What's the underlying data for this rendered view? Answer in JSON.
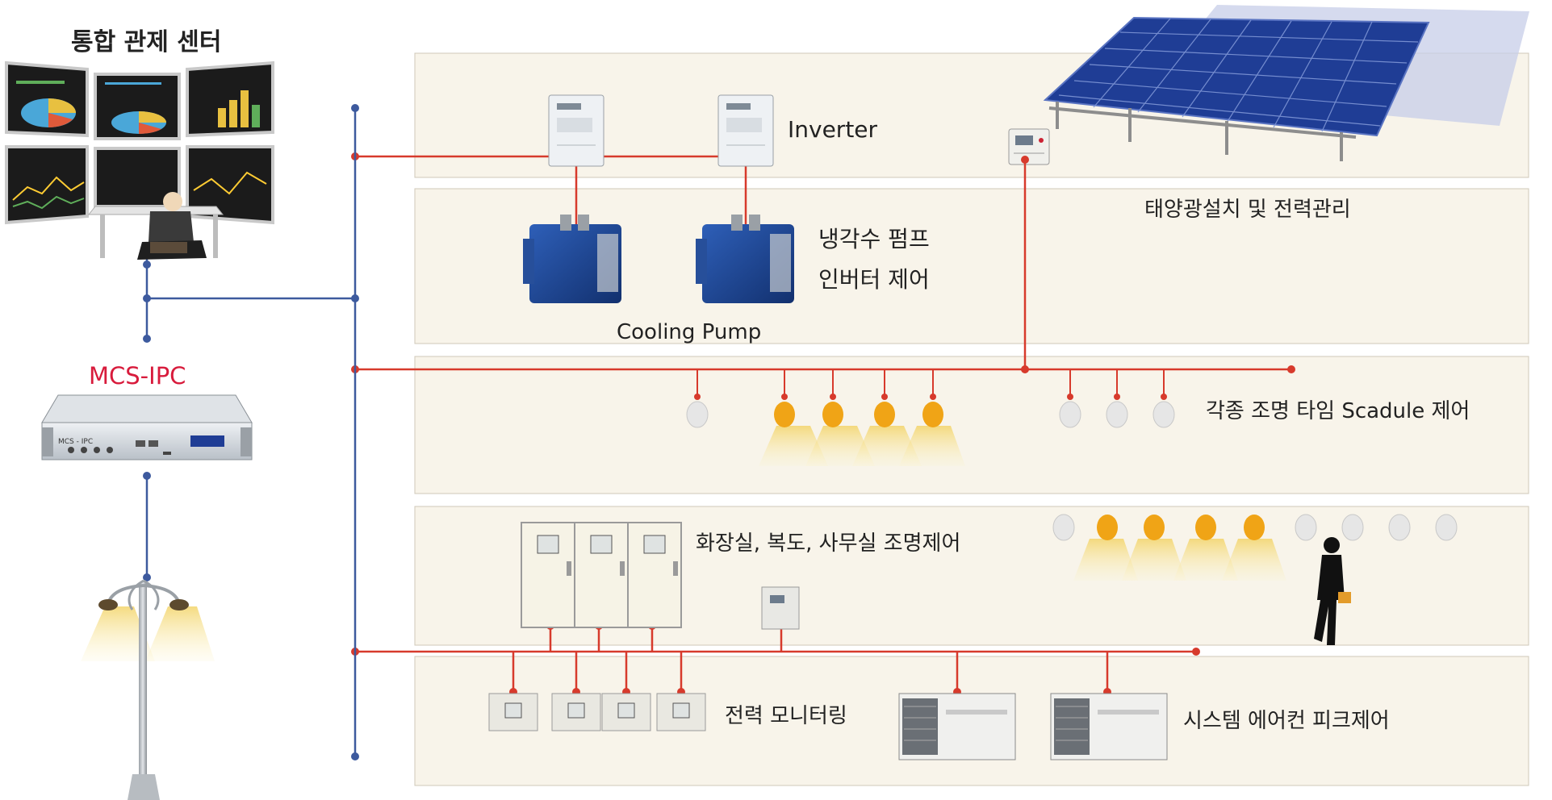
{
  "control_center": {
    "title": "통합 관제 센터"
  },
  "ipc": {
    "title": "MCS-IPC",
    "title_color": "#d81b3c",
    "device_text": "MCS - IPC"
  },
  "zones": {
    "inverter": {
      "label": "Inverter"
    },
    "solar": {
      "label": "태양광설치 및 전력관리"
    },
    "pump": {
      "line1": "냉각수 펌프",
      "line2": "인버터 제어",
      "caption": "Cooling Pump"
    },
    "lighting": {
      "label": "각종 조명 타임 Scadule 제어"
    },
    "office": {
      "label": "화장실, 복도, 사무실 조명제어"
    },
    "power": {
      "label": "전력 모니터링"
    },
    "aircon": {
      "label": "시스템 에어컨 피크제어"
    }
  },
  "colors": {
    "zone_fill": "#f8f4ea",
    "zone_border": "#cfc8b8",
    "red_line": "#d73a2c",
    "blue_line": "#3d5a9e",
    "bulb_on": "#f0a416",
    "bulb_off": "#e6e6e6",
    "panel_blue": "#1f3d95"
  }
}
